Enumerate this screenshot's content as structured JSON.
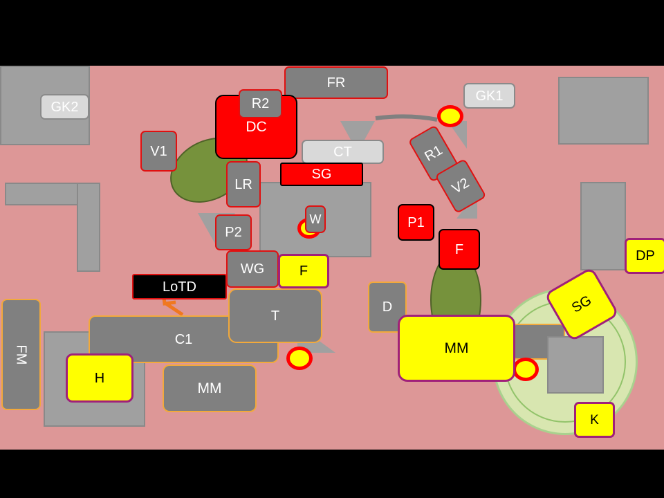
{
  "colors": {
    "field": "#dd9797",
    "building": "#a0a0a0",
    "box_grey": "#808080",
    "red": "#ff0000",
    "yellow": "#ffff00",
    "purple_border": "#a0207a",
    "orange_border": "#f2a93b",
    "green_oval": "#76923c",
    "light_circle": "#d8e6b0",
    "arrow": "#f07820"
  },
  "labels": {
    "fr": "FR",
    "gk2": "GK2",
    "gk1": "GK1",
    "r2": "R2",
    "dc": "DC",
    "ct": "CT",
    "sg_red": "SG",
    "v1": "V1",
    "lr": "LR",
    "w": "W",
    "r1": "R1",
    "v2": "V2",
    "p1": "P1",
    "f_red": "F",
    "p2": "P2",
    "wg": "WG",
    "f_yellow": "F",
    "lotd": "LoTD",
    "t": "T",
    "d": "D",
    "mm_big": "MM",
    "c1": "C1",
    "h": "H",
    "mm_small": "MM",
    "fm": "FM",
    "sg_yellow": "SG",
    "dp": "DP",
    "k": "K"
  }
}
